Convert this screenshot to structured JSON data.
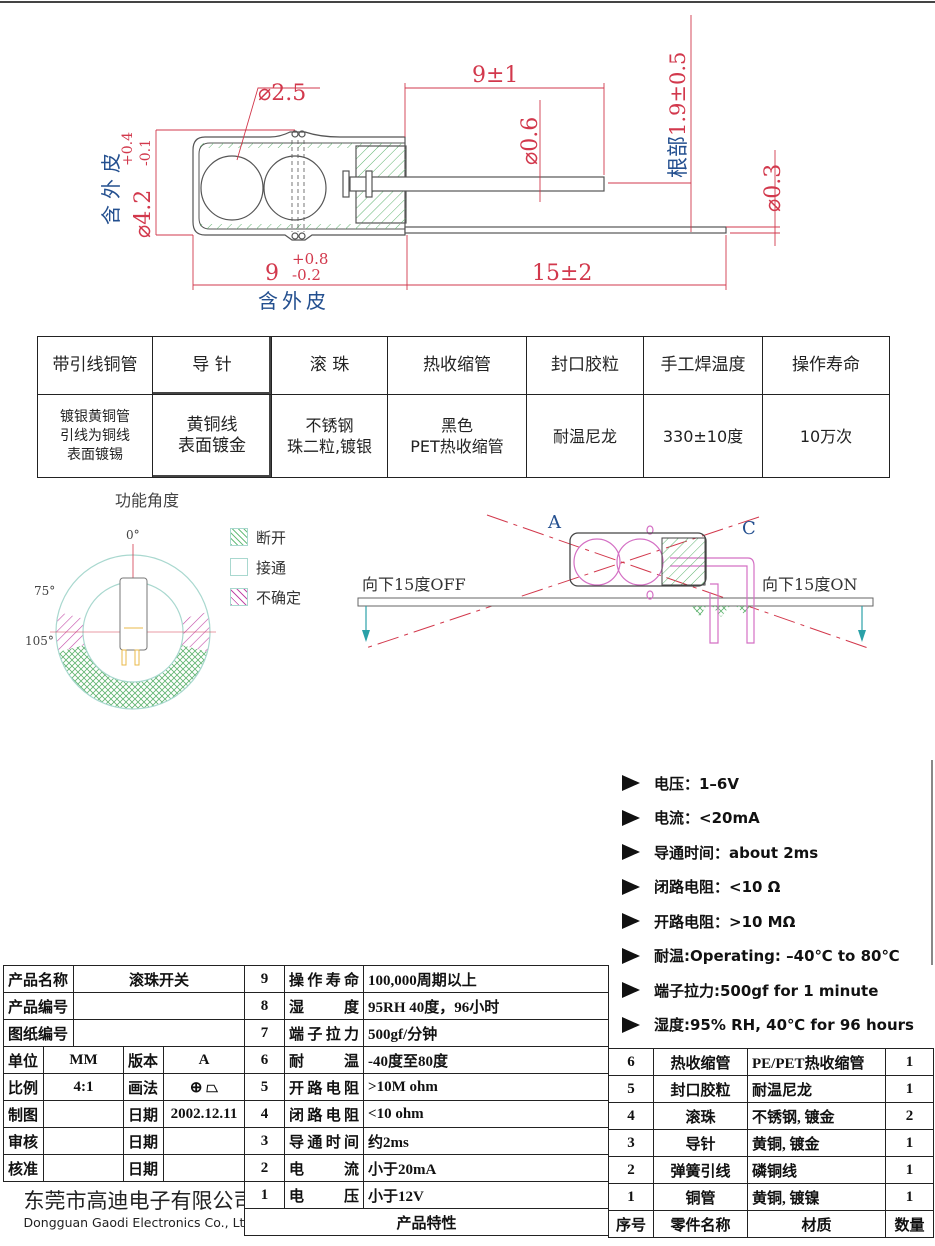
{
  "drawing": {
    "ball_dia": "⌀2.5",
    "pin_length": "9±1",
    "pin_dia": "⌀0.6",
    "root_dim": "根部1.9±0.5",
    "lead_dia": "⌀0.3",
    "body_dia": "⌀4.2",
    "body_dia_plus": "+0.4",
    "body_dia_minus": "-0.1",
    "with_skin_vertical": "含外皮",
    "body_length": "9",
    "body_length_plus": "+0.8",
    "body_length_minus": "-0.2",
    "lead_length": "15±2",
    "with_skin_horizontal": "含外皮",
    "colors": {
      "dimension": "#d2384c",
      "note": "#234f8f",
      "outline": "#555555",
      "hatch_green": "#5fb36f",
      "hatch_pink": "#c34aa8"
    }
  },
  "parts": {
    "headers": [
      "带引线铜管",
      "导 针",
      "滚 珠",
      "热收缩管",
      "封口胶粒",
      "手工焊温度",
      "操作寿命"
    ],
    "values": [
      [
        "镀银黄铜管",
        "引线为铜线",
        "表面镀锡"
      ],
      [
        "黄铜线",
        "表面镀金"
      ],
      [
        "不锈钢",
        "珠二粒,镀银"
      ],
      [
        "黑色",
        "PET热收缩管"
      ],
      [
        "耐温尼龙"
      ],
      [
        "330±10度"
      ],
      [
        "10万次"
      ]
    ]
  },
  "angle": {
    "title": "功能角度",
    "labels": {
      "top": "0°",
      "a75": "75°",
      "a105": "105°"
    },
    "legend": [
      "断开",
      "接通",
      "不确定"
    ],
    "zones": {
      "open_deg": [
        105,
        255
      ],
      "uncertain_deg": [
        [
          75,
          105
        ],
        [
          255,
          285
        ]
      ]
    }
  },
  "tilt": {
    "label_a": "A",
    "label_c": "C",
    "off_text": "向下15度OFF",
    "on_text": "向下15度ON"
  },
  "specs": [
    "电压：1–6V",
    "电流：<20mA",
    "导通时间：about 2ms",
    "闭路电阻：<10 Ω",
    "开路电阻：>10 MΩ",
    "耐温:Operating: –40℃ to 80℃",
    "端子拉力:500gf for 1 minute",
    "湿度:95% RH, 40℃ for 96 hours"
  ],
  "info": {
    "product_name_label": "产品名称",
    "product_name": "滚珠开关",
    "product_no_label": "产品编号",
    "product_no": "",
    "drawing_no_label": "图纸编号",
    "drawing_no": "",
    "unit_label": "单位",
    "unit": "MM",
    "version_label": "版本",
    "version": "A",
    "scale_label": "比例",
    "scale": "4:1",
    "method_label": "画法",
    "method_symbol": "⊕ ⏢",
    "drawn_label": "制图",
    "date_label": "日期",
    "date": "2002.12.11",
    "review_label": "审核",
    "approve_label": "核准",
    "company_cn": "东莞市高迪电子有限公司",
    "company_en": "Dongguan Gaodi Electronics Co., Ltd."
  },
  "characteristics": {
    "title": "产品特性",
    "rows": [
      {
        "no": "9",
        "name": "操作寿命",
        "value": "100,000周期以上"
      },
      {
        "no": "8",
        "name": "湿　　度",
        "value": "95RH 40度，96小时"
      },
      {
        "no": "7",
        "name": "端子拉力",
        "value": "500gf/分钟"
      },
      {
        "no": "6",
        "name": "耐　　温",
        "value": "-40度至80度"
      },
      {
        "no": "5",
        "name": "开路电阻",
        "value": ">10M ohm"
      },
      {
        "no": "4",
        "name": "闭路电阻",
        "value": "<10 ohm"
      },
      {
        "no": "3",
        "name": "导通时间",
        "value": "约2ms"
      },
      {
        "no": "2",
        "name": "电　　流",
        "value": "小于20mA"
      },
      {
        "no": "1",
        "name": "电　　压",
        "value": "小于12V"
      }
    ]
  },
  "bom": {
    "headers": [
      "序号",
      "零件名称",
      "材质",
      "数量"
    ],
    "rows": [
      {
        "no": "6",
        "name": "热收缩管",
        "material": "PE/PET热收缩管",
        "qty": "1"
      },
      {
        "no": "5",
        "name": "封口胶粒",
        "material": "耐温尼龙",
        "qty": "1"
      },
      {
        "no": "4",
        "name": "滚珠",
        "material": "不锈钢, 镀金",
        "qty": "2"
      },
      {
        "no": "3",
        "name": "导针",
        "material": "黄铜, 镀金",
        "qty": "1"
      },
      {
        "no": "2",
        "name": "弹簧引线",
        "material": "磷铜线",
        "qty": "1"
      },
      {
        "no": "1",
        "name": "铜管",
        "material": "黄铜, 镀镍",
        "qty": "1"
      }
    ]
  }
}
